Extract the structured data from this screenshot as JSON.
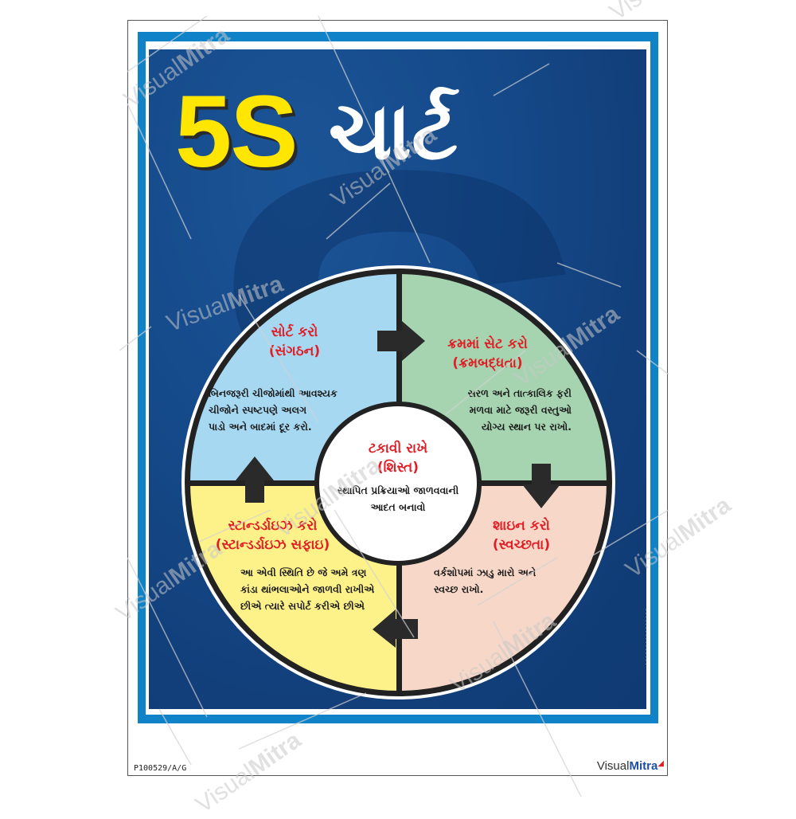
{
  "poster": {
    "title_main": "5S",
    "title_suffix": "ચાર્ટ",
    "colors": {
      "frame_blue": "#0f82c8",
      "panel_blue": "#154a8a",
      "title_yellow": "#ffe600",
      "heading_red": "#e01e26",
      "sort_quadrant": "#a7d8f2",
      "set_quadrant": "#a6d4b0",
      "shine_quadrant": "#f7d8c8",
      "standardize_quadrant": "#fdf18a",
      "center_circle": "#ffffff"
    }
  },
  "quadrants": {
    "sort": {
      "heading": "સોર્ટ કરો",
      "subheading": "(સંગઠન)",
      "desc_lines": [
        "બિનજરૂરી ચીજોમાંથી આવશ્યક",
        "ચીજોને સ્પષ્ટપણે અલગ",
        "પાડો અને બાદમાં દૂર કરો."
      ]
    },
    "set_in_order": {
      "heading": "ક્રમમાં સેટ કરો",
      "subheading": "(ક્રમબદ્ધતા)",
      "desc_lines": [
        "સરળ અને તાત્કાલિક ફરી",
        "મળવા માટે જરૂરી વસ્તુઓ",
        "યોગ્ય સ્થાન પર રાખો."
      ]
    },
    "shine": {
      "heading": "શાઇન કરો",
      "subheading": "(સ્વચ્છતા)",
      "desc_lines": [
        "વર્કશોપમાં ઝાડુ મારો અને",
        "સ્વચ્છ રાખો."
      ]
    },
    "standardize": {
      "heading": "સ્ટાન્ડર્ડાઇઝ કરો",
      "subheading": "(સ્ટાન્ડર્ડાઇઝ સફાઇ)",
      "desc_lines": [
        "આ એવી સ્થિતિ છે જે અમે ત્રણ",
        "કાંડા થાંભલાઓને જાળવી રાખીએ",
        "છીએ ત્યારે સપોર્ટ કરીએ છીએ"
      ]
    },
    "sustain": {
      "heading": "ટકાવી રાખે",
      "subheading": "(શિસ્ત)",
      "desc_lines": [
        "સ્થાપિત પ્રક્રિયાઓ જાળવવાની",
        "આદત બનાવો"
      ]
    }
  },
  "arrows": [
    {
      "name": "arrow-right",
      "direction": "right"
    },
    {
      "name": "arrow-down",
      "direction": "down"
    },
    {
      "name": "arrow-left",
      "direction": "left"
    },
    {
      "name": "arrow-up",
      "direction": "up"
    }
  ],
  "footer": {
    "product_code": "P100529/A/G",
    "brand_part1": "Visual",
    "brand_part2": "Mitra"
  },
  "watermark": {
    "text_part1": "Visual",
    "text_part2": "Mitra"
  }
}
